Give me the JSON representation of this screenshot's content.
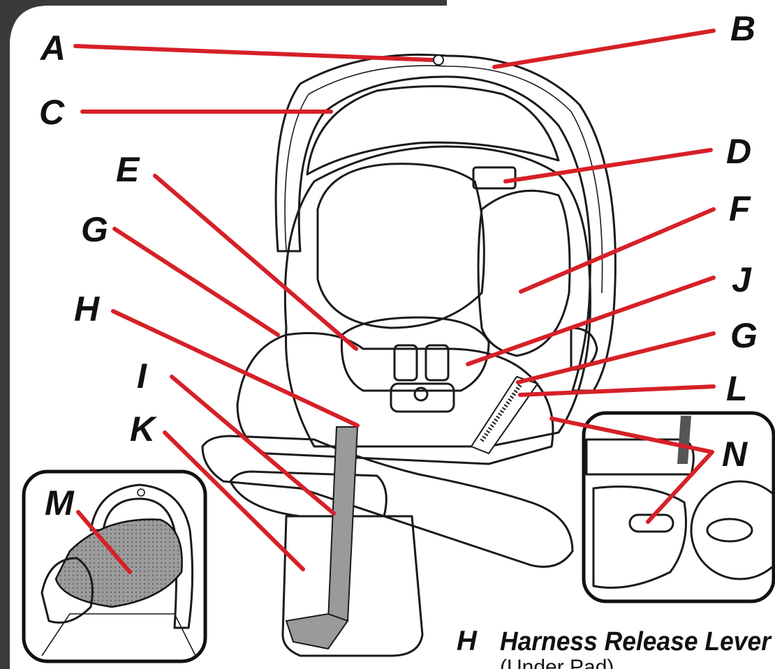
{
  "colors": {
    "panel": "#3a3a3a",
    "leader": "#d62027",
    "strap": "#9a9a9a",
    "canopy_mesh": "#8a8a8a"
  },
  "callouts": {
    "A": "A",
    "B": "B",
    "C": "C",
    "D": "D",
    "E": "E",
    "F": "F",
    "G_left": "G",
    "G_right": "G",
    "H": "H",
    "I": "I",
    "J": "J",
    "K": "K",
    "L": "L",
    "M": "M",
    "N": "N"
  },
  "caption": {
    "letter": "H",
    "title": "Harness Release Lever",
    "subtitle": "(Under Pad)"
  }
}
